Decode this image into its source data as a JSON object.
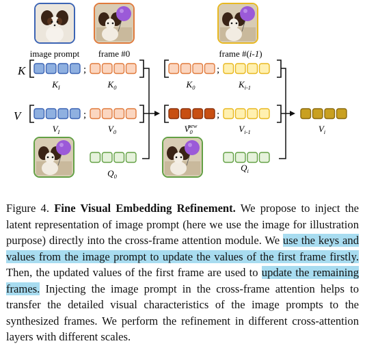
{
  "figure": {
    "image_labels": {
      "image_prompt": "image prompt",
      "frame0": "frame #0",
      "frame_i_prefix": "frame #(",
      "frame_i_var": "i-1",
      "frame_i_suffix": ")"
    },
    "row_labels": {
      "K": "K",
      "V": "V"
    },
    "semicolon": ";",
    "sublabels": {
      "K_I": {
        "base": "K",
        "sub": "I"
      },
      "K_0": {
        "base": "K",
        "sub": "0"
      },
      "K_0b": {
        "base": "K",
        "sub": "0"
      },
      "K_i1": {
        "base": "K",
        "sub": "i-1"
      },
      "V_I": {
        "base": "V",
        "sub": "I"
      },
      "V_0": {
        "base": "V",
        "sub": "0"
      },
      "V_0new": {
        "base": "V",
        "sub": "0",
        "sup": "new"
      },
      "V_i1": {
        "base": "V",
        "sub": "i-1"
      },
      "V_i": {
        "base": "V",
        "sub": "i"
      },
      "Q_0": {
        "base": "Q",
        "sub": "0"
      },
      "Q_i": {
        "base": "Q",
        "sub": "i"
      }
    },
    "colors": {
      "blue_fill": "#8fb0e0",
      "blue_stroke": "#3c64b4",
      "orange_light": "#fbd6c0",
      "orange_stroke": "#e07a3c",
      "orange_dark": "#c84f12",
      "yellow_light": "#fff0b0",
      "yellow_stroke": "#e8b820",
      "gold_fill": "#c9a020",
      "gold_stroke": "#8a6a10",
      "green_light": "#e6f2dc",
      "green_stroke": "#62a044",
      "balloon": "#9b5ad8"
    }
  },
  "caption": {
    "fig_num": "Figure 4.",
    "title": "Fine Visual Embedding Refinement.",
    "text_1": "We propose to inject the latent representation of image prompt (here we use the image for illustration purpose) directly into the cross-frame attention module. We ",
    "highlight_1": "use the keys and values from the image prompt to update the values of the first frame firstly.",
    "text_2": " Then, the updated values of the first frame are used to ",
    "highlight_2": "update the remaining frames.",
    "text_3": " Injecting the image prompt in the cross-frame attention helps to transfer the detailed visual characteristics of the image prompts to the synthesized frames. We perform the refinement in different cross-attention layers with different scales."
  }
}
